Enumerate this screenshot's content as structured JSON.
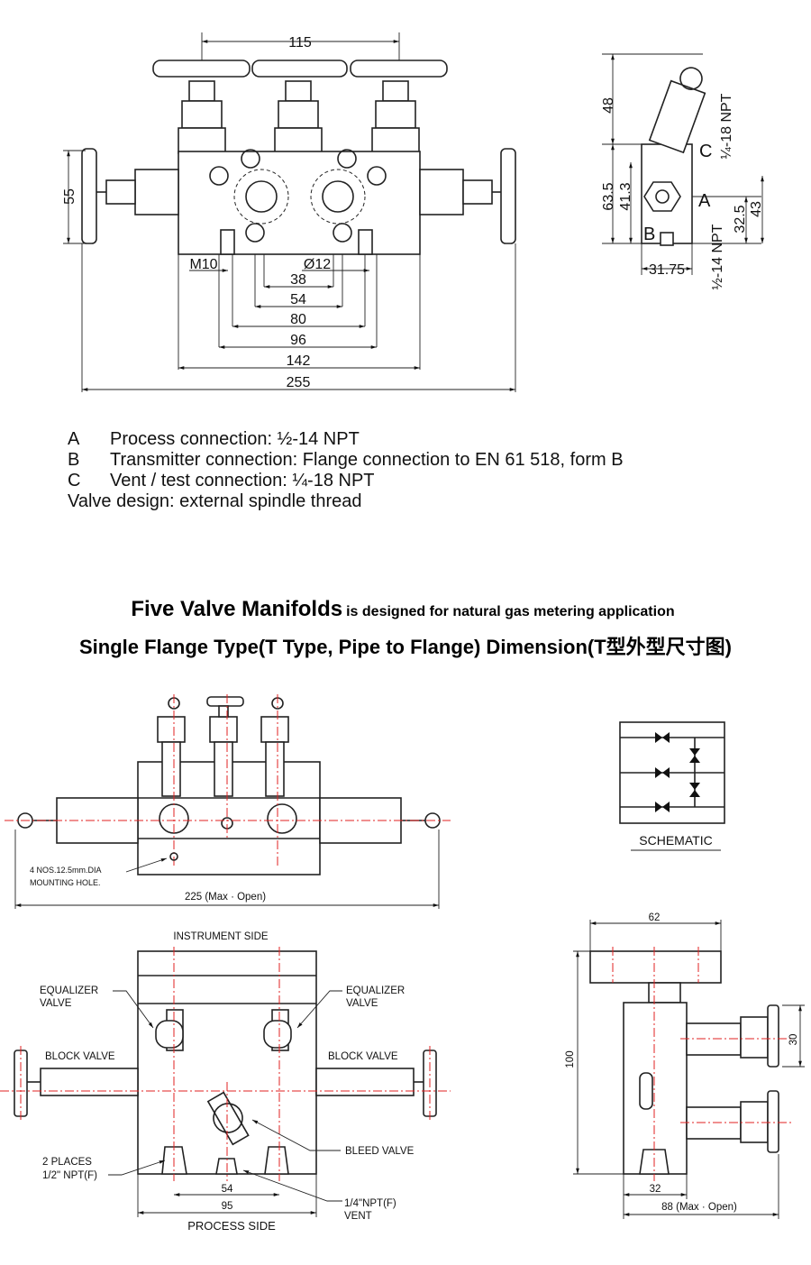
{
  "top_drawing": {
    "dims": {
      "width_115": "115",
      "height_55": "55",
      "m10": "M10",
      "dia12": "Ø12",
      "d38": "38",
      "d54": "54",
      "d80": "80",
      "d96": "96",
      "d142": "142",
      "d255": "255"
    },
    "side_view": {
      "d48": "48",
      "d63_5": "63.5",
      "d41_3": "41.3",
      "label_c": "C",
      "label_a": "A",
      "label_b": "B",
      "npt_quarter": "¼-18 NPT",
      "d32_5": "32.5",
      "d43": "43",
      "npt_half": "½-14 NPT",
      "d31_75": "31.75"
    }
  },
  "legend": [
    {
      "key": "A",
      "text": "Process connection: ½-14 NPT"
    },
    {
      "key": "B",
      "text": "Transmitter connection: Flange connection to EN 61 518, form B"
    },
    {
      "key": "C",
      "text": "Vent / test connection: ¼-18 NPT"
    }
  ],
  "legend_note": "Valve design: external spindle thread",
  "heading": {
    "title_bold": "Five Valve Manifolds",
    "title_rest": "is designed for natural gas metering application",
    "subtitle": "Single Flange Type(T Type, Pipe to Flange) Dimension(T型外型尺寸图)"
  },
  "bottom_drawing": {
    "mounting_hole_1": "4 NOS.12.5mm.DIA",
    "mounting_hole_2": "MOUNTING HOLE.",
    "overall_width": "225 (Max · Open)",
    "schematic": "SCHEMATIC",
    "instrument_side": "INSTRUMENT SIDE",
    "equalizer_left_1": "EQUALIZER",
    "equalizer_left_2": "VALVE",
    "equalizer_right_1": "EQUALIZER",
    "equalizer_right_2": "VALVE",
    "block_valve_left": "BLOCK VALVE",
    "block_valve_right": "BLOCK VALVE",
    "bleed_valve": "BLEED VALVE",
    "places_1": "2 PLACES",
    "places_2": "1/2\" NPT(F)",
    "d54": "54",
    "d95": "95",
    "vent_1": "1/4\"NPT(F)",
    "vent_2": "VENT",
    "process_side": "PROCESS SIDE",
    "side_d62": "62",
    "side_d100": "100",
    "side_d30": "30",
    "side_d32": "32",
    "side_d88": "88 (Max · Open)"
  },
  "colors": {
    "centerline": "#e02020",
    "line": "#222222"
  }
}
